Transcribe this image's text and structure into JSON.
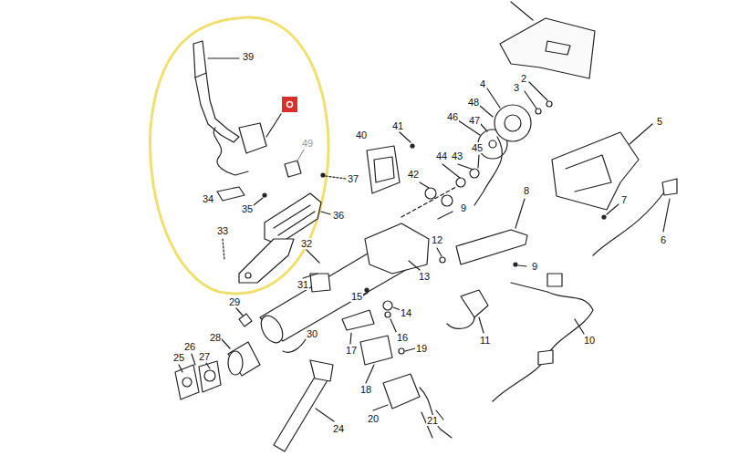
{
  "diagram": {
    "labels": [
      "39",
      "49",
      "37",
      "34",
      "35",
      "36",
      "33",
      "32",
      "31",
      "2",
      "3",
      "4",
      "48",
      "47",
      "46",
      "5",
      "41",
      "40",
      "45",
      "44",
      "43",
      "42",
      "9",
      "8",
      "7",
      "6",
      "12",
      "13",
      "9",
      "10",
      "11",
      "14",
      "15",
      "29",
      "28",
      "30",
      "16",
      "17",
      "19",
      "18",
      "26",
      "27",
      "25",
      "20",
      "21",
      "24"
    ]
  }
}
